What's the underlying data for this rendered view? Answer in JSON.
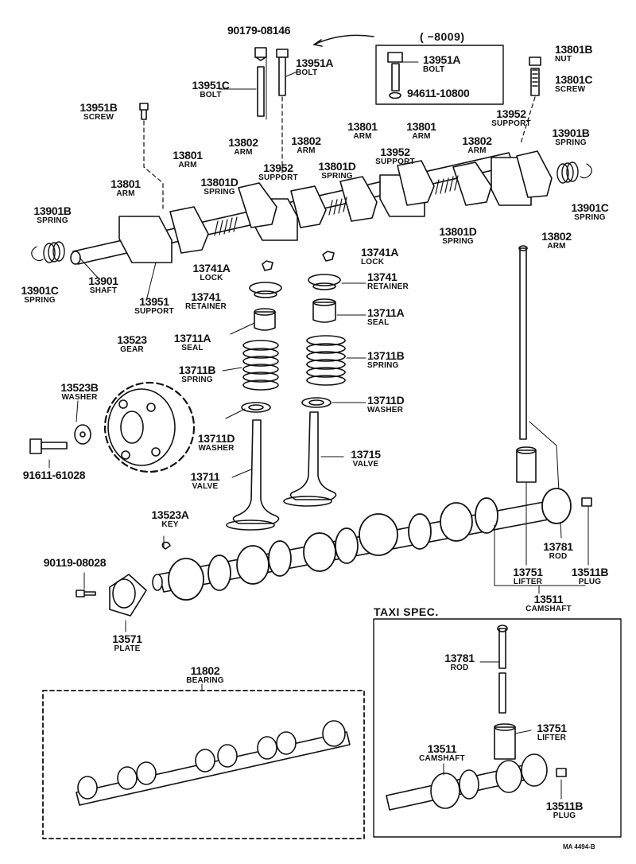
{
  "labels": {
    "p90179": {
      "num": "90179-08146",
      "desc": ""
    },
    "p13951A_top": {
      "num": "13951A",
      "desc": "BOLT"
    },
    "p13951C": {
      "num": "13951C",
      "desc": "BOLT"
    },
    "p13951B": {
      "num": "13951B",
      "desc": "SCREW"
    },
    "p13801_a": {
      "num": "13801",
      "desc": "ARM"
    },
    "p13801_b": {
      "num": "13801",
      "desc": "ARM"
    },
    "p13802_a": {
      "num": "13802",
      "desc": "ARM"
    },
    "p13802_b": {
      "num": "13802",
      "desc": "ARM"
    },
    "p13801_c": {
      "num": "13801",
      "desc": "ARM"
    },
    "p13801_d": {
      "num": "13801",
      "desc": "ARM"
    },
    "p13802_c": {
      "num": "13802",
      "desc": "ARM"
    },
    "p13952_a": {
      "num": "13952",
      "desc": "SUPPORT"
    },
    "p13952_b": {
      "num": "13952",
      "desc": "SUPPORT"
    },
    "p13952_c": {
      "num": "13952",
      "desc": "SUPPORT"
    },
    "p13801D_a": {
      "num": "13801D",
      "desc": "SPRING"
    },
    "p13801D_b": {
      "num": "13801D",
      "desc": "SPRING"
    },
    "p13801D_c": {
      "num": "13801D",
      "desc": "SPRING"
    },
    "p13801B": {
      "num": "13801B",
      "desc": "NUT"
    },
    "p13801C": {
      "num": "13801C",
      "desc": "SCREW"
    },
    "p13901B_r": {
      "num": "13901B",
      "desc": "SPRING"
    },
    "p13901C_r": {
      "num": "13901C",
      "desc": "SPRING"
    },
    "p13802_d": {
      "num": "13802",
      "desc": "ARM"
    },
    "p13901B_l": {
      "num": "13901B",
      "desc": "SPRING"
    },
    "p13901C_l": {
      "num": "13901C",
      "desc": "SPRING"
    },
    "p13901": {
      "num": "13901",
      "desc": "SHAFT"
    },
    "p13951": {
      "num": "13951",
      "desc": "SUPPORT"
    },
    "p13741A_l": {
      "num": "13741A",
      "desc": "LOCK"
    },
    "p13741A_r": {
      "num": "13741A",
      "desc": "LOCK"
    },
    "p13741_l": {
      "num": "13741",
      "desc": "RETAINER"
    },
    "p13741_r": {
      "num": "13741",
      "desc": "RETAINER"
    },
    "p13711A_l": {
      "num": "13711A",
      "desc": "SEAL"
    },
    "p13711A_r": {
      "num": "13711A",
      "desc": "SEAL"
    },
    "p13711B_l": {
      "num": "13711B",
      "desc": "SPRING"
    },
    "p13711B_r": {
      "num": "13711B",
      "desc": "SPRING"
    },
    "p13711D_l": {
      "num": "13711D",
      "desc": "WASHER"
    },
    "p13711D_r": {
      "num": "13711D",
      "desc": "WASHER"
    },
    "p13711": {
      "num": "13711",
      "desc": "VALVE"
    },
    "p13715": {
      "num": "13715",
      "desc": "VALVE"
    },
    "p13523": {
      "num": "13523",
      "desc": "GEAR"
    },
    "p13523B": {
      "num": "13523B",
      "desc": "WASHER"
    },
    "p91611": {
      "num": "91611-61028",
      "desc": ""
    },
    "p13523A": {
      "num": "13523A",
      "desc": "KEY"
    },
    "p90119": {
      "num": "90119-08028",
      "desc": ""
    },
    "p13571": {
      "num": "13571",
      "desc": "PLATE"
    },
    "p13781": {
      "num": "13781",
      "desc": "ROD"
    },
    "p13751": {
      "num": "13751",
      "desc": "LIFTER"
    },
    "p13511B": {
      "num": "13511B",
      "desc": "PLUG"
    },
    "p13511": {
      "num": "13511",
      "desc": "CAMSHAFT"
    },
    "p11802": {
      "num": "11802",
      "desc": "BEARING"
    },
    "t13781": {
      "num": "13781",
      "desc": "ROD"
    },
    "t13751": {
      "num": "13751",
      "desc": "LIFTER"
    },
    "t13511": {
      "num": "13511",
      "desc": "CAMSHAFT"
    },
    "t13511B": {
      "num": "13511B",
      "desc": "PLUG"
    },
    "i13951A": {
      "num": "13951A",
      "desc": "BOLT"
    },
    "i94611": {
      "num": "94611-10800",
      "desc": ""
    }
  },
  "inset_title": "(      −8009)",
  "taxi_title": "TAXI SPEC.",
  "drawing_code": "MA 4494-B"
}
